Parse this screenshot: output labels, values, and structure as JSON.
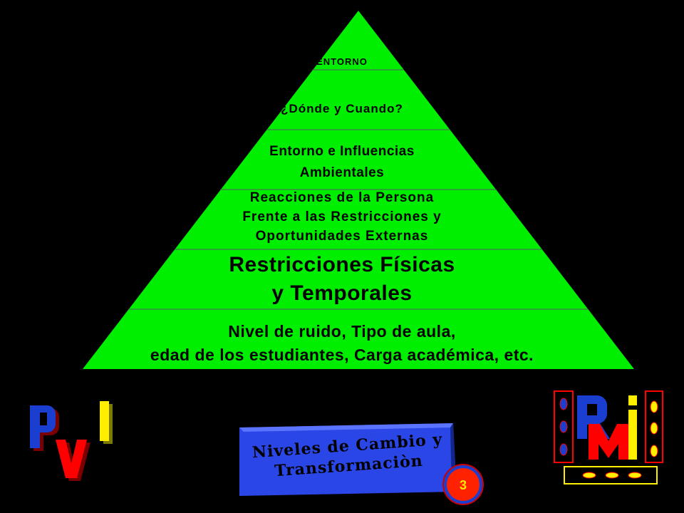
{
  "pyramid": {
    "colors": {
      "fill": "#00ee00",
      "divider": "#5a5a5a"
    },
    "levels": [
      {
        "id": "entorno",
        "text": "ENTORNO"
      },
      {
        "id": "donde-cuando",
        "text": "¿Dónde y Cuando?"
      },
      {
        "id": "entorno-influencias",
        "text": "Entorno e Influencias\nAmbientales"
      },
      {
        "id": "reacciones",
        "text": "Reacciones de la Persona\nFrente a las Restricciones y\nOportunidades   Externas"
      },
      {
        "id": "restricciones",
        "text": "Restricciones Físicas\ny Temporales"
      },
      {
        "id": "nivel-ruido",
        "text": "Nivel de ruido, Tipo de aula,\nedad de los estudiantes, Carga académica, etc."
      }
    ]
  },
  "title_card": {
    "text": "Niveles de Cambio y\nTransformaciòn",
    "color": "#2a46e6"
  },
  "page_number": "3",
  "logos": {
    "left": {
      "letters": [
        "P",
        "V",
        "I"
      ],
      "colors": [
        "#1a3fd0",
        "#ff0000",
        "#ffee00"
      ]
    },
    "right": {
      "letters": [
        "R",
        "M",
        "i"
      ],
      "colors": [
        "#1a3fd0",
        "#ff0000",
        "#ffee00"
      ]
    }
  }
}
